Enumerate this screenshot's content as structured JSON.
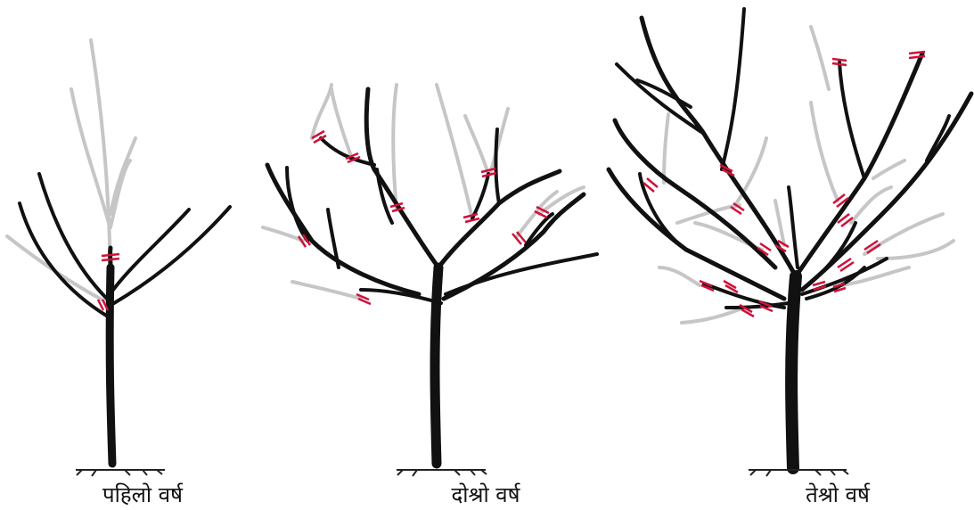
{
  "trees": [
    {
      "label": "पहिलो वर्ष"
    },
    {
      "label": "दोश्रो वर्ष"
    },
    {
      "label": "तेश्रो वर्ष"
    }
  ],
  "colors": {
    "branch": "#111111",
    "pruned_branch": "#c6c6c6",
    "cut_mark": "#d0103a",
    "ground": "#222222"
  }
}
